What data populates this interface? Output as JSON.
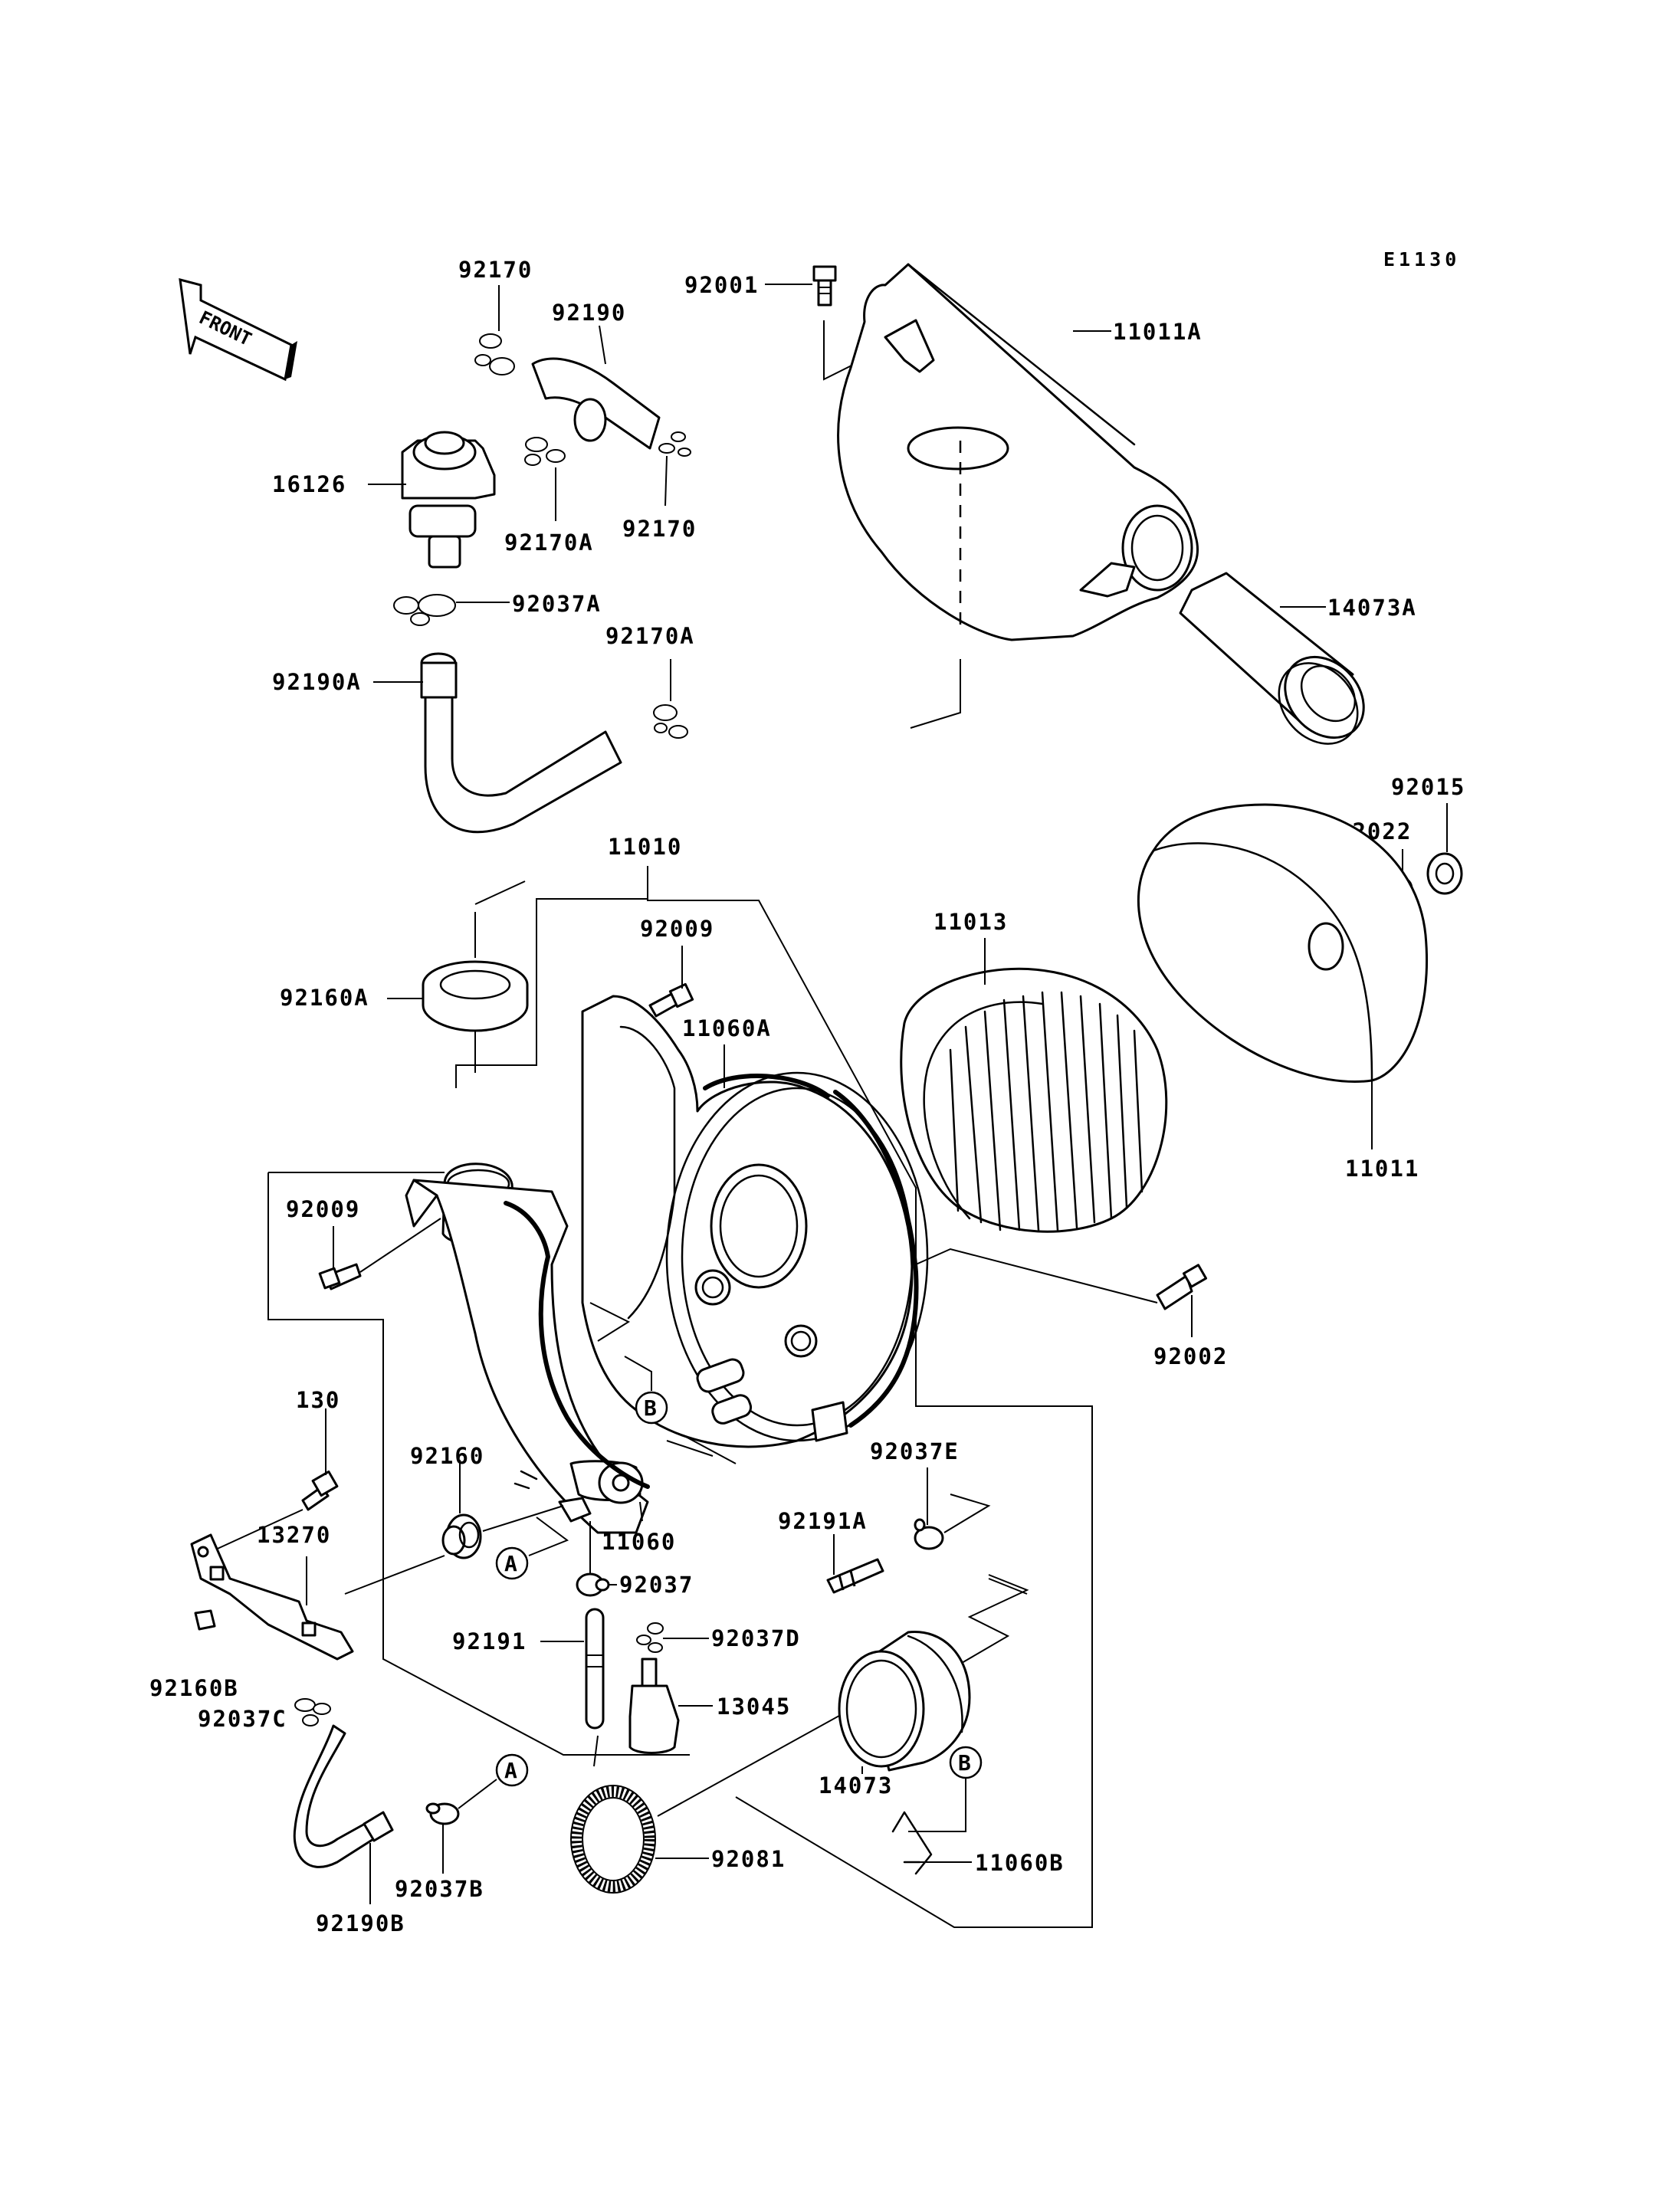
{
  "diagram_code": "E1130",
  "front_label": "FRONT",
  "labels": {
    "p92170_top": "92170",
    "p92190": "92190",
    "p16126": "16126",
    "p92170A": "92170A",
    "p92170_mid": "92170",
    "p92037A": "92037A",
    "p92170A_b": "92170A",
    "p92190A": "92190A",
    "p92001": "92001",
    "p11011A": "11011A",
    "p14073A": "14073A",
    "p92015": "92015",
    "p92022": "92022",
    "p11010": "11010",
    "p11013": "11013",
    "p92009_top": "92009",
    "p11060A": "11060A",
    "p92160A": "92160A",
    "p11011": "11011",
    "p92009_left": "92009",
    "p92002": "92002",
    "p130": "130",
    "p92160": "92160",
    "p92037E": "92037E",
    "p13270": "13270",
    "p11060": "11060",
    "p92191A": "92191A",
    "p92037": "92037",
    "p92191": "92191",
    "p92037D": "92037D",
    "p13045": "13045",
    "p92160B": "92160B",
    "p92037C": "92037C",
    "p14073": "14073",
    "p92081": "92081",
    "p11060B": "11060B",
    "p92037B": "92037B",
    "p92190B": "92190B"
  },
  "reference_marks": {
    "a1": "A",
    "a2": "A",
    "b1": "B",
    "b2": "B"
  }
}
